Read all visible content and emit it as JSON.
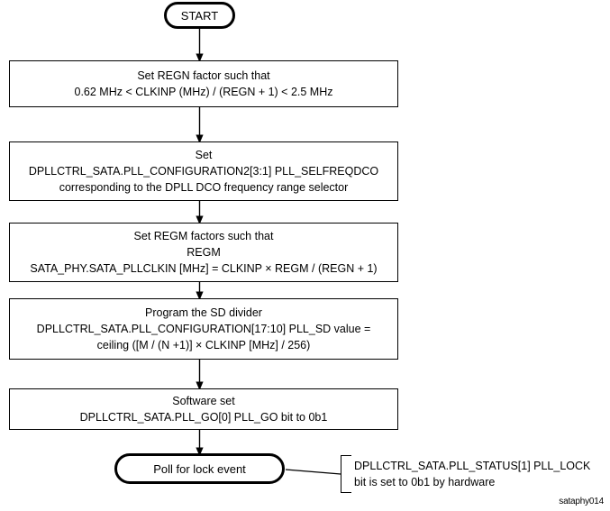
{
  "figure": {
    "id_label": "sataphy014"
  },
  "nodes": {
    "start": {
      "label": "START",
      "shape": "terminal"
    },
    "regn": {
      "label": "Set REGN factor such that\n0.62 MHz < CLKINP (MHz) / (REGN + 1) <  2.5 MHz",
      "shape": "process"
    },
    "selfreqdco": {
      "label": "Set\nDPLLCTRL_SATA.PLL_CONFIGURATION2[3:1] PLL_SELFREQDCO\ncorresponding to the DPLL DCO frequency range selector",
      "shape": "process"
    },
    "regm": {
      "label": "Set REGM factors such that\nREGM\nSATA_PHY.SATA_PLLCLKIN [MHz] = CLKINP × REGM / (REGN + 1)",
      "shape": "process"
    },
    "sd_divider": {
      "label": "Program the SD divider\nDPLLCTRL_SATA.PLL_CONFIGURATION[17:10] PLL_SD value =\nceiling ([M / (N +1)] × CLKINP [MHz]  / 256)",
      "shape": "process"
    },
    "pll_go": {
      "label": "Software set\nDPLLCTRL_SATA.PLL_GO[0] PLL_GO bit to 0b1",
      "shape": "process"
    },
    "poll": {
      "label": "Poll for lock event",
      "shape": "terminal"
    }
  },
  "annotation": {
    "label": "DPLLCTRL_SATA.PLL_STATUS[1] PLL_LOCK\nbit is set to 0b1 by hardware"
  },
  "colors": {
    "stroke": "#000000",
    "background": "#ffffff"
  }
}
